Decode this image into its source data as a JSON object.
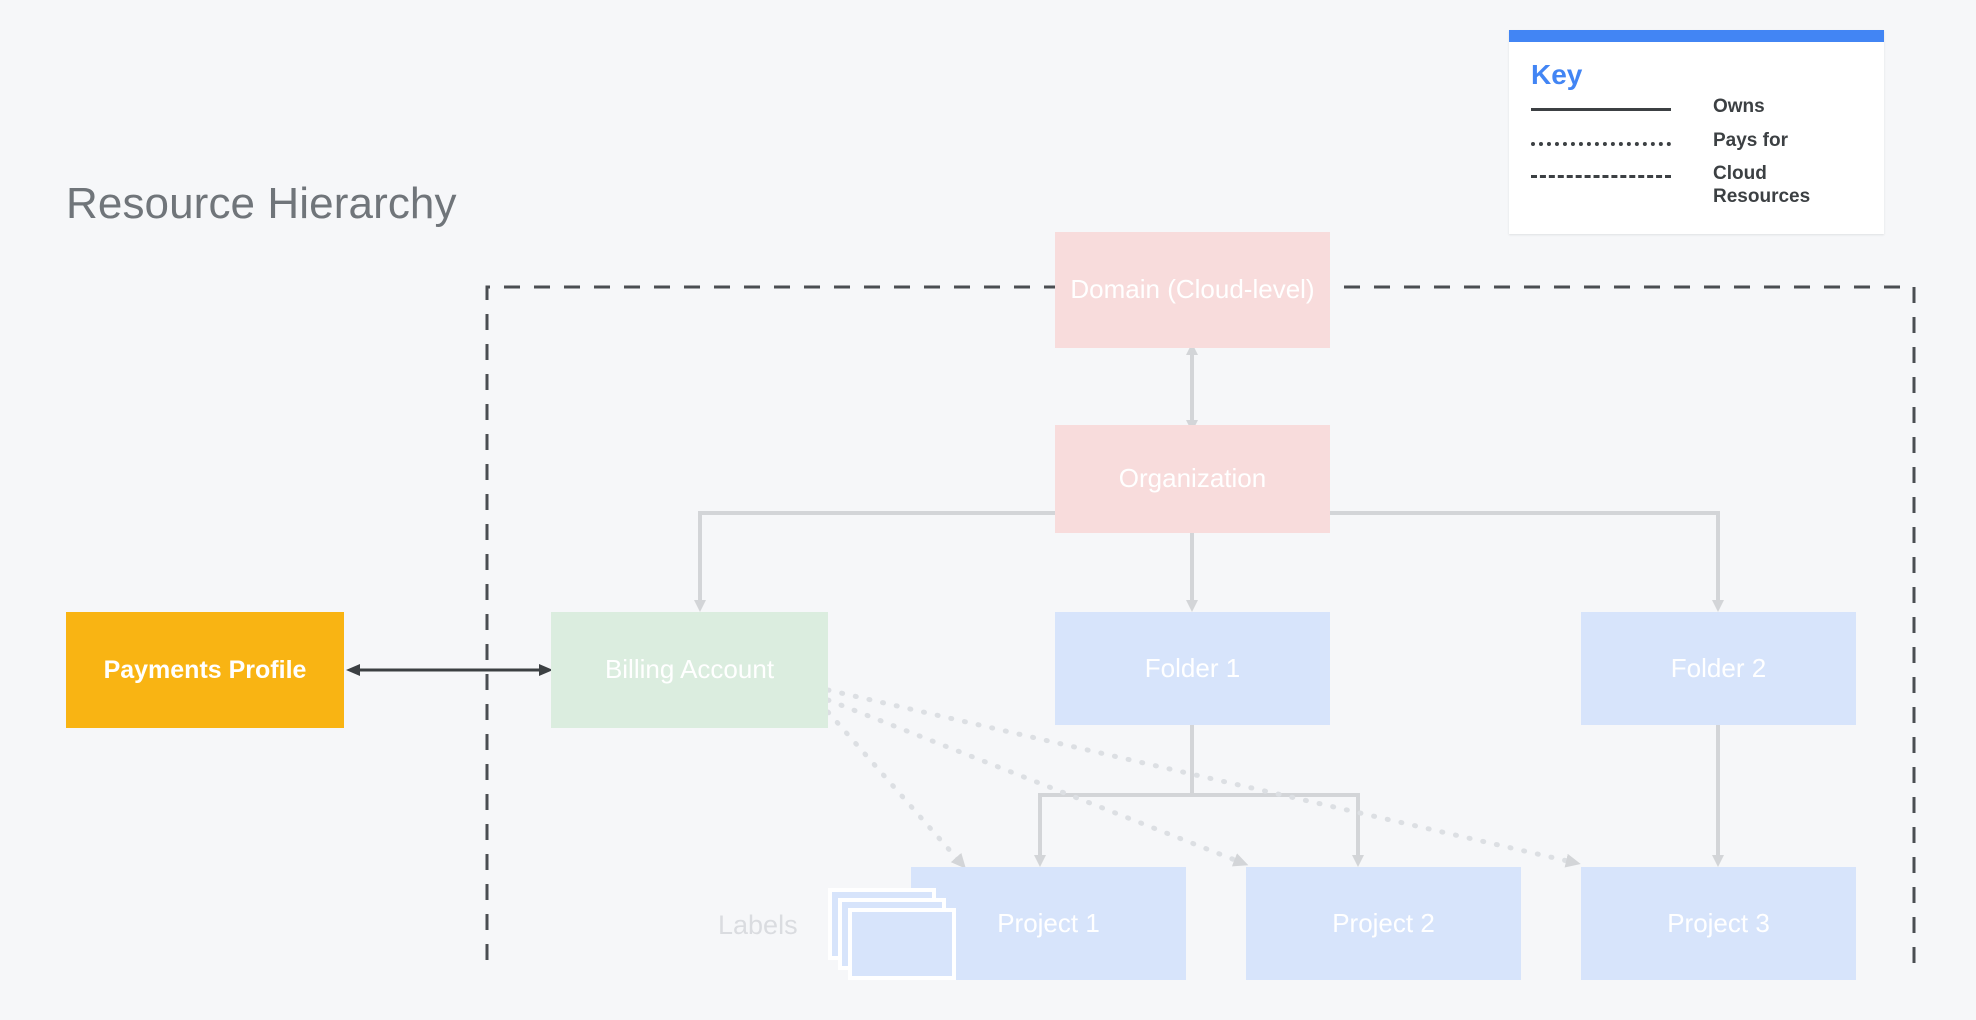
{
  "page": {
    "title": "Resource Hierarchy",
    "background_color": "#f6f7f9"
  },
  "legend": {
    "title": "Key",
    "accent_color": "#4285f4",
    "items": [
      {
        "style": "solid",
        "label": "Owns"
      },
      {
        "style": "dotted",
        "label": "Pays for"
      },
      {
        "style": "dashed",
        "label": "Cloud Resources"
      }
    ]
  },
  "nodes": {
    "payments_profile": {
      "label": "Payments Profile",
      "color": "#f9b413"
    },
    "domain": {
      "label": "Domain (Cloud-level)",
      "color": "#f8dcdc"
    },
    "organization": {
      "label": "Organization",
      "color": "#f8dcdc"
    },
    "billing_account": {
      "label": "Billing Account",
      "color": "#dbeddf"
    },
    "folder_1": {
      "label": "Folder 1",
      "color": "#d7e4fb"
    },
    "folder_2": {
      "label": "Folder 2",
      "color": "#d7e4fb"
    },
    "project_1": {
      "label": "Project 1",
      "color": "#d7e4fb"
    },
    "project_2": {
      "label": "Project 2",
      "color": "#d7e4fb"
    },
    "project_3": {
      "label": "Project 3",
      "color": "#d7e4fb"
    },
    "labels": {
      "label": "Labels",
      "color": "#dadce0"
    }
  },
  "connections": {
    "owns": [
      {
        "from": "payments_profile",
        "to": "billing_account",
        "bidirectional": true
      },
      {
        "from": "domain",
        "to": "organization",
        "bidirectional": true
      },
      {
        "from": "organization",
        "to": "billing_account"
      },
      {
        "from": "organization",
        "to": "folder_1"
      },
      {
        "from": "organization",
        "to": "folder_2"
      },
      {
        "from": "folder_1",
        "to": "project_1"
      },
      {
        "from": "folder_1",
        "to": "project_2"
      },
      {
        "from": "folder_2",
        "to": "project_3"
      }
    ],
    "pays_for": [
      {
        "from": "billing_account",
        "to": "project_1"
      },
      {
        "from": "billing_account",
        "to": "project_2"
      },
      {
        "from": "billing_account",
        "to": "project_3"
      }
    ],
    "cloud_resources_boundary": "dashed region enclosing Domain, Organization, Billing Account, Folders and Projects"
  }
}
